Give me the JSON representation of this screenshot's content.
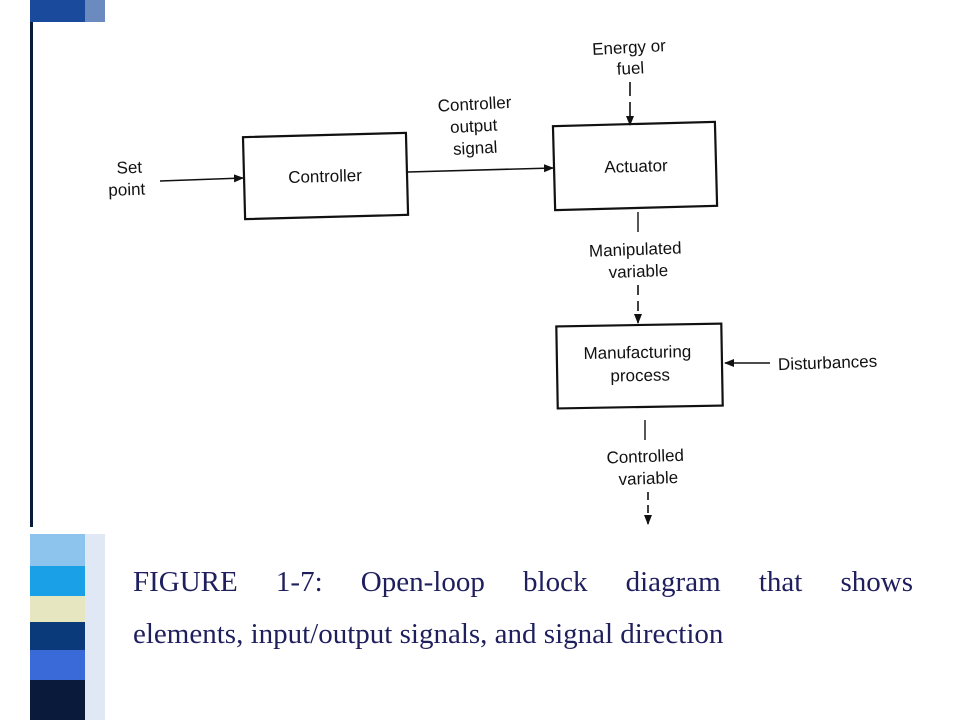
{
  "slide": {
    "accent_colors": [
      "#1a4a9c",
      "#8cc4ee",
      "#1aa0e6",
      "#e6e6c0",
      "#0a3a7a",
      "#3a6ad8",
      "#0a1a3a"
    ]
  },
  "diagram": {
    "set_point": [
      "Set",
      "point"
    ],
    "controller": "Controller",
    "controller_output": [
      "Controller",
      "output",
      "signal"
    ],
    "energy": [
      "Energy or",
      "fuel"
    ],
    "actuator": "Actuator",
    "manipulated": [
      "Manipulated",
      "variable"
    ],
    "process": [
      "Manufacturing",
      "process"
    ],
    "disturbances": "Disturbances",
    "controlled": [
      "Controlled",
      "variable"
    ]
  },
  "caption": {
    "line1": "FIGURE 1-7: Open-loop block diagram that shows",
    "line2": "elements, input/output signals, and signal direction"
  }
}
